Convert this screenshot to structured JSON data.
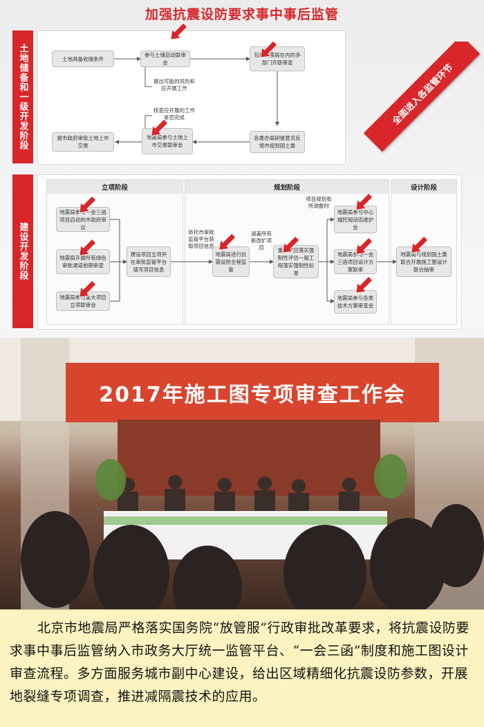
{
  "title": "加强抗震设防要求事中事后监管",
  "ribbon": "全面进入各监管环节",
  "section1": {
    "sidebar_label": "土地储备和一级开发阶段",
    "nodes": {
      "land_condition": "土地具备收储条件",
      "land_meeting": "参与土储启动联审会",
      "joint_review": "包括地震局在内的多部门开联审查",
      "risk_measures": "提出可能的风险和应开展工作",
      "check_done": "核查应开展的工作是否完成",
      "land_trade_meeting": "地震局参与土地上市交易联审会",
      "report_gov": "报市政府审批土地上市交易",
      "feedback": "各委办局研提意见反馈市规划国土委"
    }
  },
  "section2": {
    "sidebar_label": "建设开发阶段",
    "stages": {
      "project": "立项阶段",
      "planning": "规划阶段",
      "design": "设计阶段"
    },
    "nodes": {
      "three_letters": "地震局参与一会三函项目启动的市政府审议",
      "green_channel": "地震局开展所有绿色审批通道前期审查",
      "major_project": "地震局参与重大项目立项联审会",
      "platform": "建设项目立项并在审批监管平台填写项目信息",
      "full_supervise": "地震局进行抗震设防全程监管",
      "implement": "重大项目落实强制性评估一般工程落实强制性标准",
      "city_control": "地震局参与中心城控规动态维护会",
      "design_review": "地震局参与一会三函项目设计方案联审",
      "tech_review": "地震局参与各类技术方案审查会",
      "construction": "地震局与规划国土委联合开展施工图设计联合抽审"
    },
    "notes": {
      "platform_info": "依托市审批监管平台获取项目信息",
      "expansion": "涵盖所有新改扩项目",
      "adjust": "项目规划有所调整时"
    }
  },
  "photo": {
    "banner": "2017年施工图专项审查工作会"
  },
  "caption": "北京市地震局严格落实国务院“放管服”行政审批改革要求，将抗震设防要求事中事后监管纳入市政务大厅统一监管平台、“一会三函”制度和施工图设计审查流程。多方面服务城市副中心建设，给出区域精细化抗震设防参数，开展地裂缝专项调查，推进减隔震技术的应用。",
  "colors": {
    "accent_red": "#d8262a",
    "caption_bg": "#fcf3c0"
  }
}
